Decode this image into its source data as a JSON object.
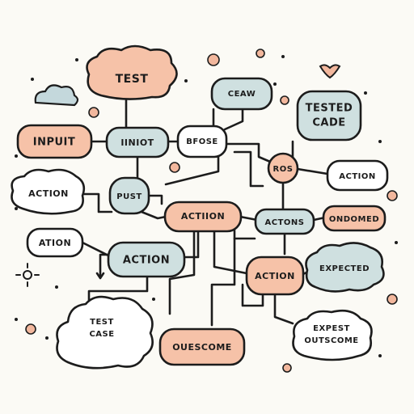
{
  "colors": {
    "background": "#fbfaf5",
    "stroke": "#1c1c1c",
    "peach": "#f6c2a8",
    "blue": "#cfe0e0",
    "white": "#ffffff",
    "dot": "#f2b79d",
    "cloud_blue": "#c4d8dc"
  },
  "nodes": {
    "test": "TEST",
    "ceaw": "CEAW",
    "tested_cade_line1": "TESTED",
    "tested_cade_line2": "CADE",
    "input": "INPUIT",
    "iniot": "IINIOT",
    "bfose": "BFOSE",
    "ros": "ROS",
    "action_right": "ACTION",
    "action_cloud_left": "ACTION",
    "pust": "PUST",
    "action_center": "ACTIION",
    "actons": "ACTONS",
    "ondomed": "ONDOMED",
    "ation": "ATION",
    "action_mid": "ACTION",
    "action_orange": "ACTION",
    "expected": "EXPECTED",
    "test_case_line1": "TEST",
    "test_case_line2": "CASE",
    "ouescome": "OUESCOME",
    "expest_line1": "EXPEST",
    "expest_line2": "OUTSCOME"
  }
}
